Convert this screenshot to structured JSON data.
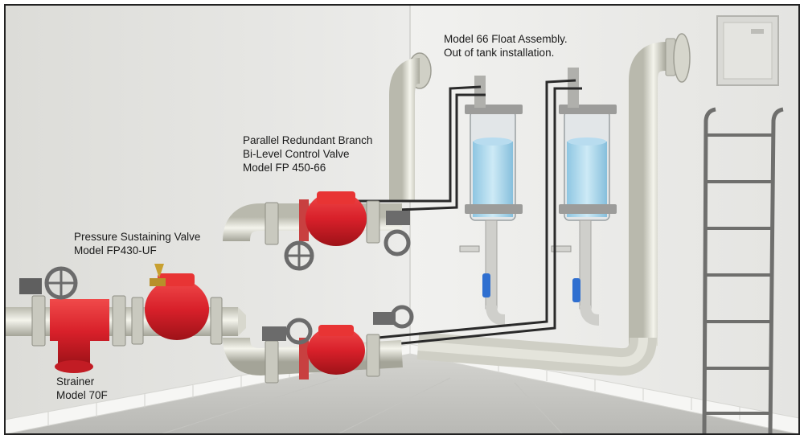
{
  "labels": {
    "float_assembly": {
      "line1": "Model 66 Float Assembly.",
      "line2": "Out of tank installation."
    },
    "parallel_branch": {
      "line1": "Parallel Redundant Branch",
      "line2": "Bi-Level Control Valve",
      "line3": "Model FP 450-66"
    },
    "pressure_valve": {
      "line1": "Pressure Sustaining Valve",
      "line2": "Model FP430-UF"
    },
    "strainer": {
      "line1": "Strainer",
      "line2": "Model 70F"
    }
  },
  "colors": {
    "valve_red": "#d8202a",
    "pipe": "#dcdcd2",
    "wall": "#e8e8e6",
    "water": "#a9d6ec",
    "valve_handle": "#6b6b6b",
    "tap_blue": "#2f6fd0"
  }
}
